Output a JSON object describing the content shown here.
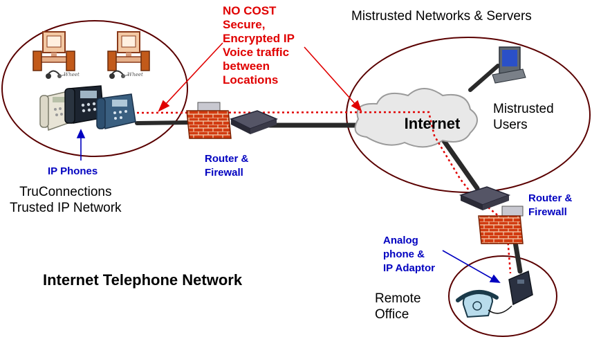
{
  "title": "Internet Telephone Network",
  "labels": {
    "no_cost": "NO COST\nSecure,\nEncrypted IP\nVoice traffic\nbetween\nLocations",
    "mistrusted_networks": "Mistrusted Networks & Servers",
    "internet": "Internet",
    "mistrusted_users": "Mistrusted\nUsers",
    "ip_phones": "IP Phones",
    "trusted_network": "TruConnections\nTrusted IP Network",
    "router_firewall_1": "Router &\nFirewall",
    "router_firewall_2": "Router &\nFirewall",
    "analog_adaptor": "Analog\nphone &\nIP Adaptor",
    "remote_office": "Remote\nOffice"
  },
  "headset_caption": "Wheet",
  "colors": {
    "red_label": "#e00000",
    "blue_label": "#0000c0",
    "ellipse_stroke": "#5a0000",
    "cloud": "#e8e8e8",
    "firewall_brick": "#cc3300",
    "dotted_path": "#e00000"
  }
}
